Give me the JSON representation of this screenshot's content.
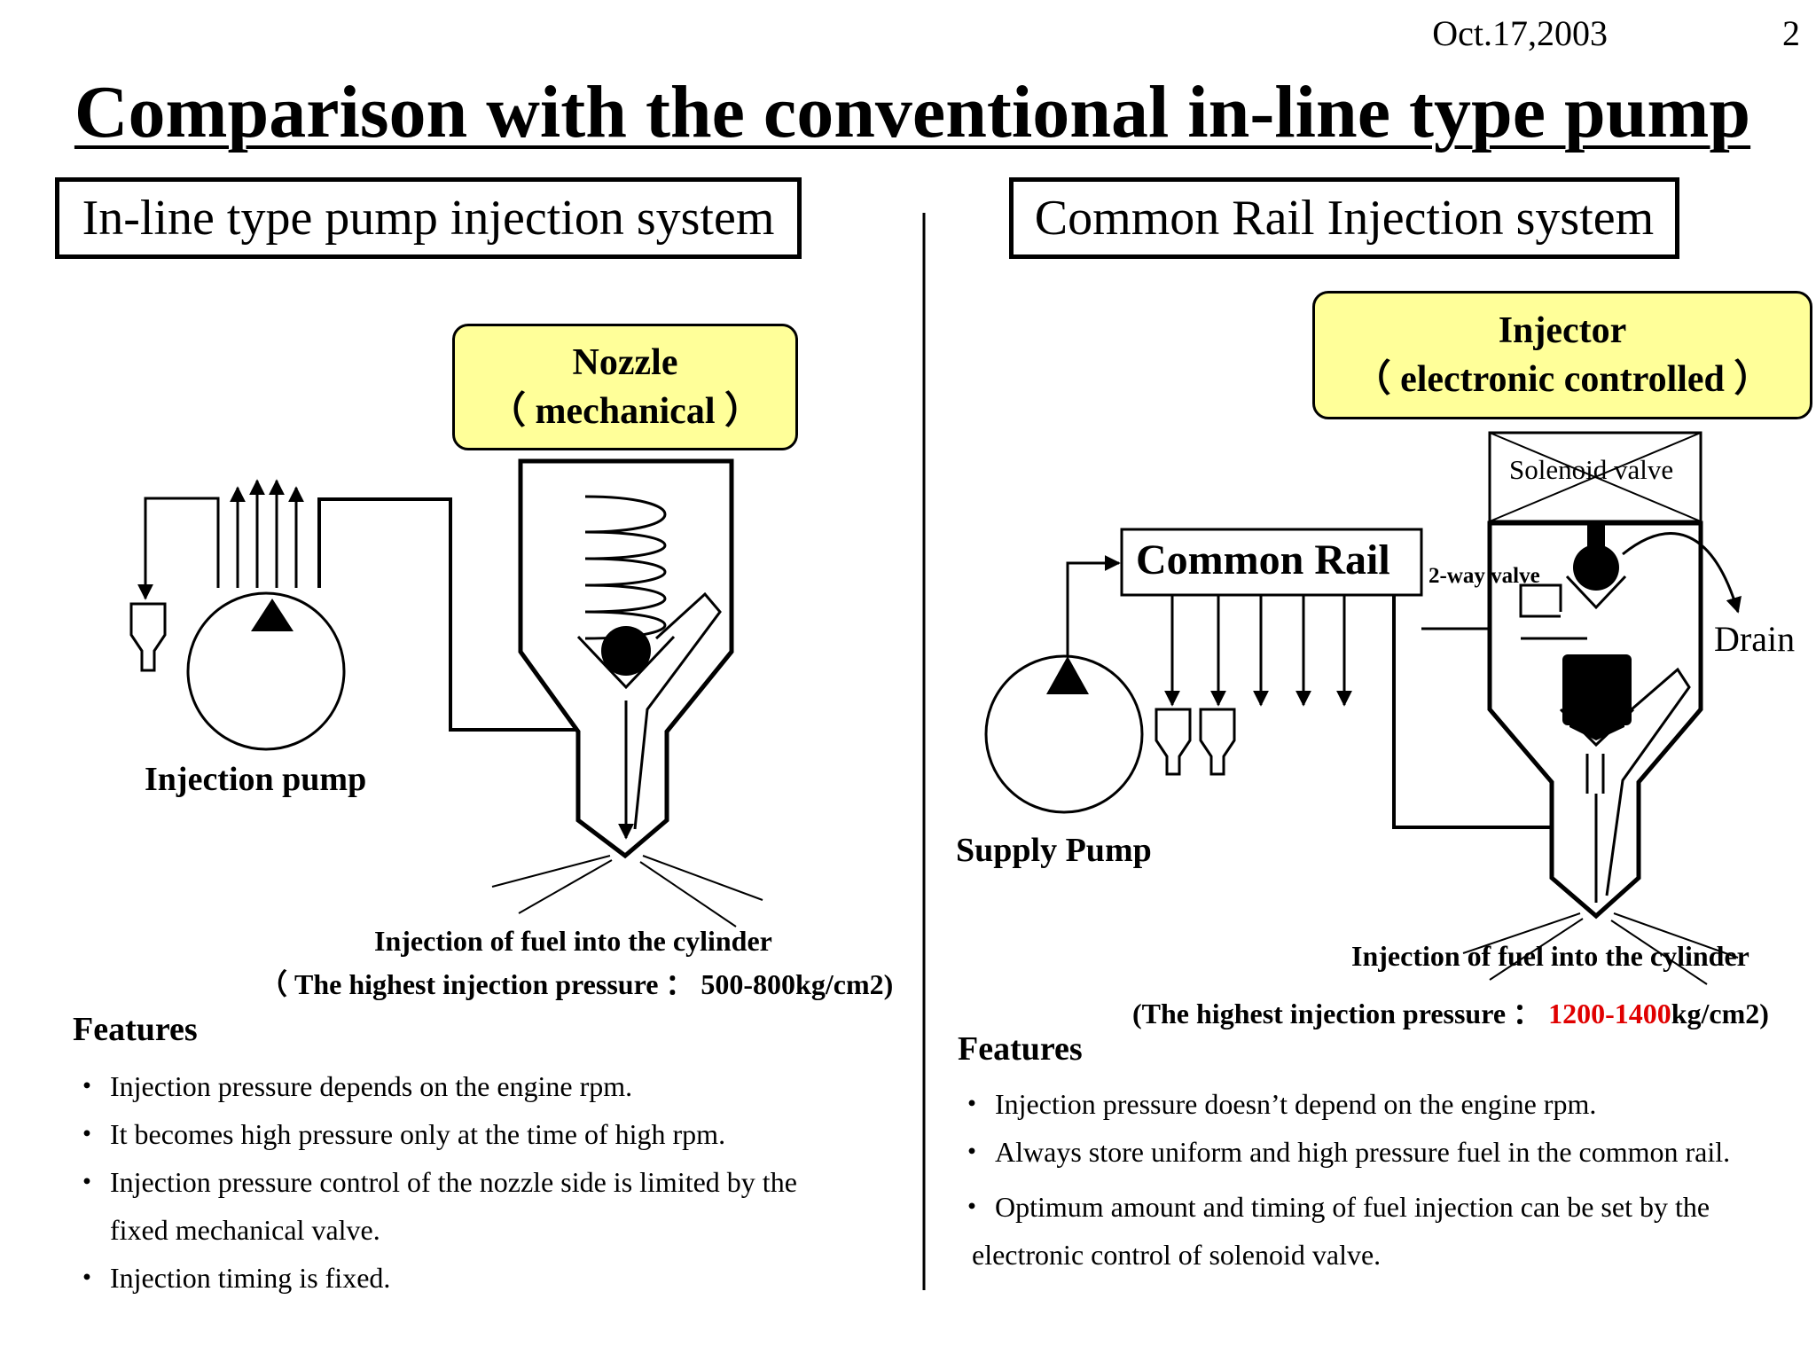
{
  "header": {
    "date": "Oct.17,2003",
    "page_number": "2"
  },
  "title": "Comparison with the conventional in-line type pump",
  "left": {
    "system_title": "In-line type pump injection system",
    "nozzle": {
      "name": "Nozzle",
      "type": "（ mechanical ）"
    },
    "pump_label": "Injection pump",
    "caption_line1": "Injection of fuel into the cylinder",
    "caption_line2": "（ The highest injection pressure ： 500-800kg/cm2)",
    "features_heading": "Features",
    "features": [
      {
        "bullet": "・",
        "text": "Injection pressure depends on the engine rpm."
      },
      {
        "bullet": "・",
        "text": "It becomes high pressure only at the time of high rpm."
      },
      {
        "bullet": "・",
        "text": "Injection pressure control of the nozzle side is limited by the"
      },
      {
        "bullet": "",
        "text": "fixed mechanical valve."
      },
      {
        "bullet": "・",
        "text": "Injection timing is fixed."
      }
    ]
  },
  "right": {
    "system_title": "Common Rail Injection system",
    "injector": {
      "name": "Injector",
      "type": "（ electronic controlled ）"
    },
    "solenoid_label": "Solenoid valve",
    "rail_label": "Common Rail",
    "two_way_label": "2-way valve",
    "drain_label": "Drain",
    "pump_label": "Supply Pump",
    "caption_line1": "Injection of fuel into the cylinder",
    "caption_line2_pre": "(The highest injection pressure ： ",
    "caption_line2_value": "1200-1400",
    "caption_line2_post": "kg/cm2)",
    "features_heading": "Features",
    "features": [
      {
        "bullet": "・",
        "text": "Injection pressure doesn’t depend on the engine rpm."
      },
      {
        "bullet": "・",
        "text": "Always store uniform and high pressure fuel in the common rail."
      },
      {
        "bullet": "・",
        "text": "Optimum amount and timing of fuel injection can be set by the"
      },
      {
        "bullet": "",
        "text": "electronic control of solenoid valve."
      }
    ]
  },
  "colors": {
    "label_fill": "#ffff99",
    "highlight": "#e00000"
  }
}
